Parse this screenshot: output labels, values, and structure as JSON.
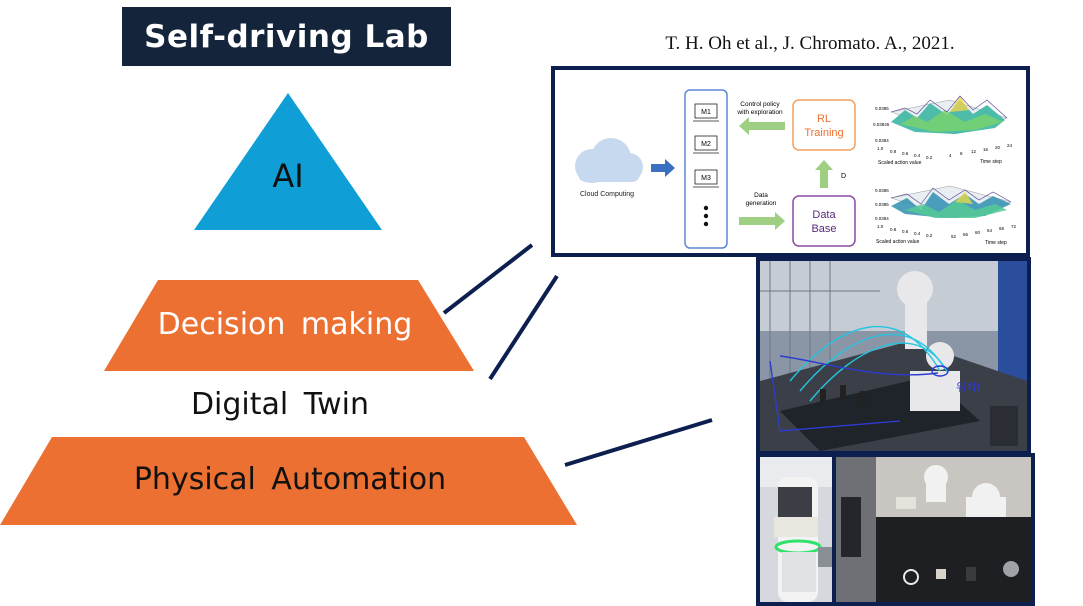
{
  "header": {
    "title": "Self-driving Lab"
  },
  "citation": "T. H. Oh et al., J. Chromato. A., 2021.",
  "pyramid": {
    "top": "AI",
    "middle": "Decision making",
    "between": "Digital Twin",
    "bottom": "Physical Automation"
  },
  "colors": {
    "ai": "#0f9fd6",
    "orange": "#ec7031",
    "navy": "#0c1f4f"
  },
  "inset": {
    "cloud_label": "Cloud Computing",
    "machines": [
      "M1",
      "M2",
      "M3"
    ],
    "control_label_1": "Control policy",
    "control_label_2": "with exploration",
    "rl_line1": "RL",
    "rl_line2": "Training",
    "d_label": "D",
    "data_gen_1": "Data",
    "data_gen_2": "generation",
    "db_line1": "Data",
    "db_line2": "Base",
    "plot1": {
      "z_ticks": [
        "0.0385",
        "0.03845",
        "0.0384"
      ],
      "x_label": "Scaled action value",
      "x_ticks": [
        "1.0",
        "0.8",
        "0.6",
        "0.4",
        "0.2"
      ],
      "y_label": "Time step",
      "y_ticks": [
        "4",
        "8",
        "12",
        "16",
        "20",
        "24"
      ]
    },
    "plot2": {
      "z_ticks": [
        "0.0386",
        "0.0385",
        "0.0384"
      ],
      "x_label": "Scaled action value",
      "x_ticks": [
        "1.0",
        "0.8",
        "0.6",
        "0.4",
        "0.2"
      ],
      "y_label": "Time step",
      "y_ticks": [
        "52",
        "56",
        "60",
        "64",
        "68",
        "72"
      ]
    }
  },
  "photo_annotation": "위치!"
}
